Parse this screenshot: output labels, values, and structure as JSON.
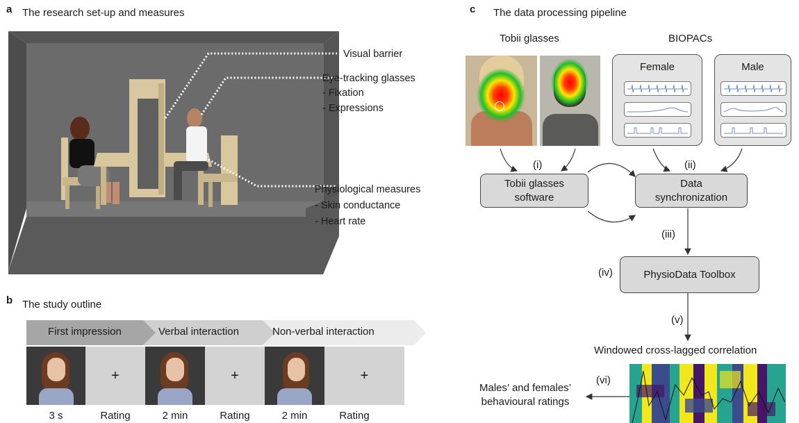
{
  "panel_a": {
    "letter": "a",
    "title": "The research set-up and measures",
    "labels": {
      "visual_barrier": "Visual barrier",
      "eye_tracking": "Eye-tracking glasses",
      "eye_items": [
        "- Fixation",
        "- Expressions"
      ],
      "physio": "Physiological measures",
      "physio_items": [
        "- Skin conductance",
        "- Heart rate"
      ]
    }
  },
  "panel_b": {
    "letter": "b",
    "title": "The study outline",
    "phases": [
      "First impression",
      "Verbal interaction",
      "Non-verbal interaction"
    ],
    "fixation_symbol": "+",
    "durations": [
      "3 s",
      "Rating",
      "2 min",
      "Rating",
      "2 min",
      "Rating"
    ]
  },
  "panel_c": {
    "letter": "c",
    "title": "The data processing pipeline",
    "tobii_label": "Tobii glasses",
    "biopac_label": "BIOPACs",
    "female": "Female",
    "male": "Male",
    "step_i": "(i)",
    "step_ii": "(ii)",
    "step_iii": "(iii)",
    "step_iv": "(iv)",
    "step_v": "(v)",
    "step_vi": "(vi)",
    "software_line1": "Tobii glasses",
    "software_line2": "software",
    "sync_line1": "Data",
    "sync_line2": "synchronization",
    "toolbox": "PhysioData Toolbox",
    "wclc": "Windowed cross-lagged correlation",
    "ratings_line1": "Males’ and females’",
    "ratings_line2": "behavioural ratings"
  },
  "colors": {
    "box_fill": "#d9d9d9",
    "room_gray": "#5e5e5e",
    "arrow_dark": "#a6a6a6",
    "arrow_mid": "#cfcfcf",
    "arrow_light": "#ececec",
    "heat_red": "#ff0000",
    "heat_yellow": "#ffe600",
    "heat_green": "#1fbf2a",
    "wclc_yellow": "#f2e61c",
    "wclc_teal": "#26a48f",
    "wclc_blue": "#3b4c8c",
    "wclc_purple": "#461667"
  }
}
